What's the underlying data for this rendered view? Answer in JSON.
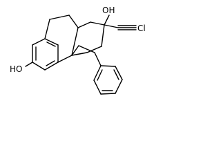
{
  "structure": {
    "labels": {
      "oh_top": "OH",
      "cl": "Cl",
      "oh_left": "HO"
    }
  }
}
